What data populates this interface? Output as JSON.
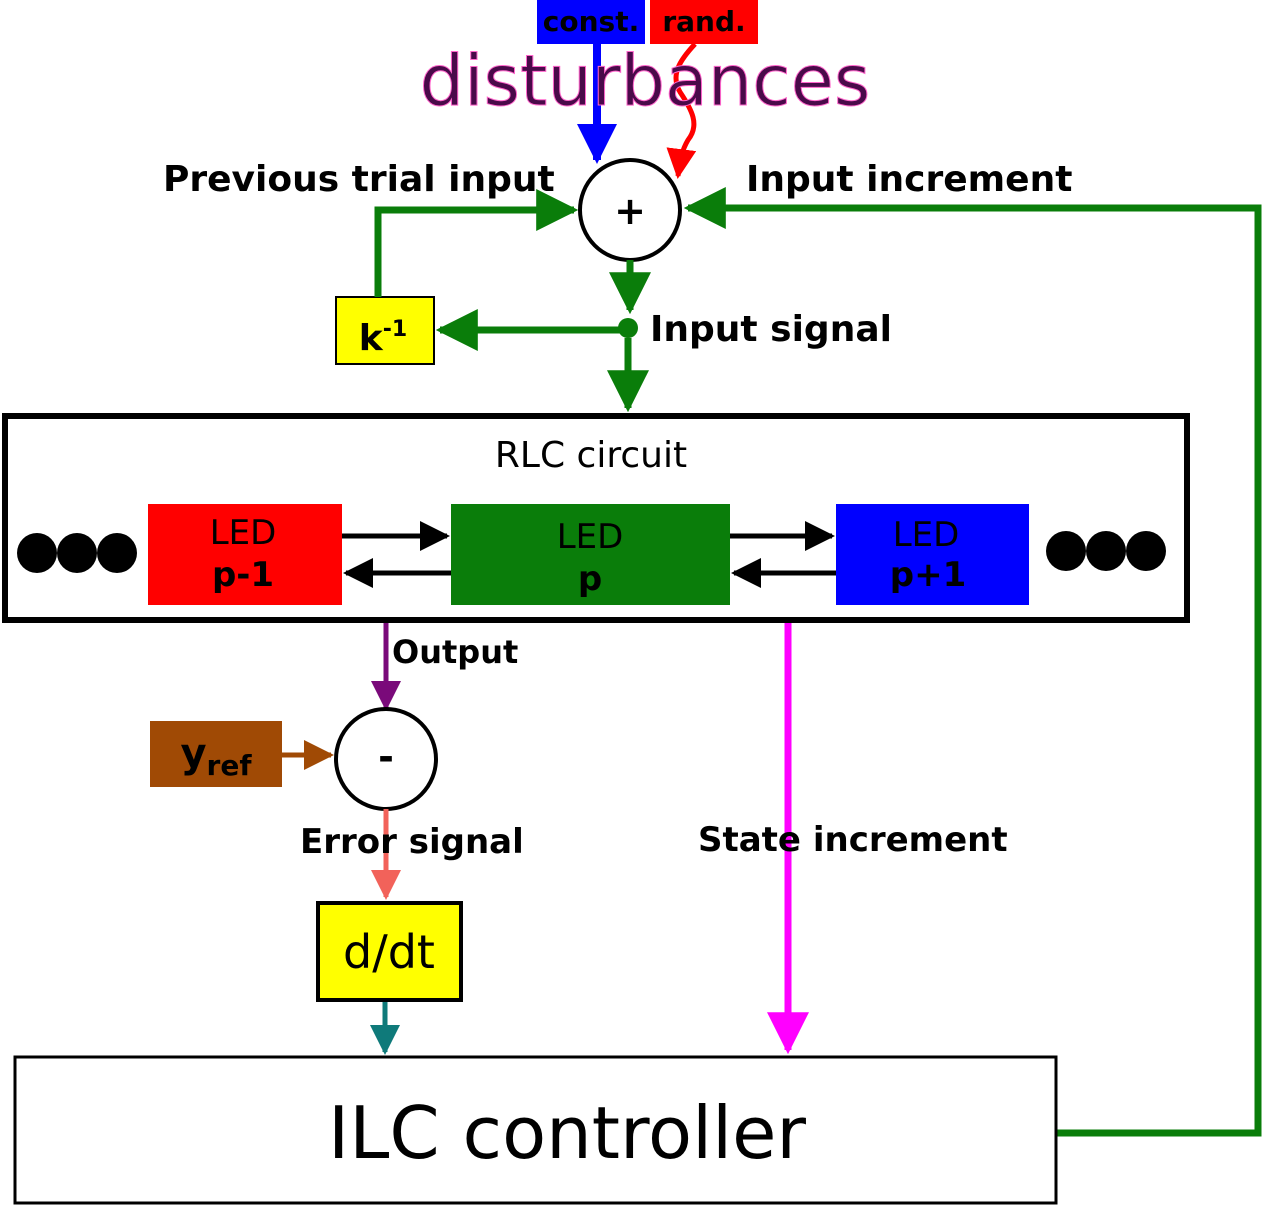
{
  "disturbances": {
    "title": "disturbances",
    "const_label": "const.",
    "rand_label": "rand."
  },
  "labels": {
    "previous_trial_input": "Previous trial input",
    "input_increment": "Input increment",
    "input_signal": "Input signal",
    "output": "Output",
    "error_signal": "Error signal",
    "state_increment": "State increment"
  },
  "blocks": {
    "sum_symbol": "+",
    "diff_symbol": "-",
    "delay_base": "k",
    "delay_exp": "-1",
    "rlc_title": "RLC circuit",
    "led_left_l1": "LED",
    "led_left_l2": "p-1",
    "led_mid_l1": "LED",
    "led_mid_l2": "p",
    "led_right_l1": "LED",
    "led_right_l2": "p+1",
    "yref_base": "y",
    "yref_sub": "ref",
    "derivative": "d/dt",
    "ilc": "ILC controller"
  },
  "colors": {
    "const": "#0000ff",
    "rand": "#ff0000",
    "green_signal": "#0a7d0a",
    "output": "#7a0a7a",
    "yref": "#a04a05",
    "error": "#f2625a",
    "derivative_out": "#0f7a7a",
    "state_increment": "#ff00ff",
    "yellow_block": "#ffff00",
    "led_left": "#ff0000",
    "led_mid": "#0a7d0a",
    "led_right": "#0000ff",
    "disturbances_text": "#4a0a4a"
  }
}
